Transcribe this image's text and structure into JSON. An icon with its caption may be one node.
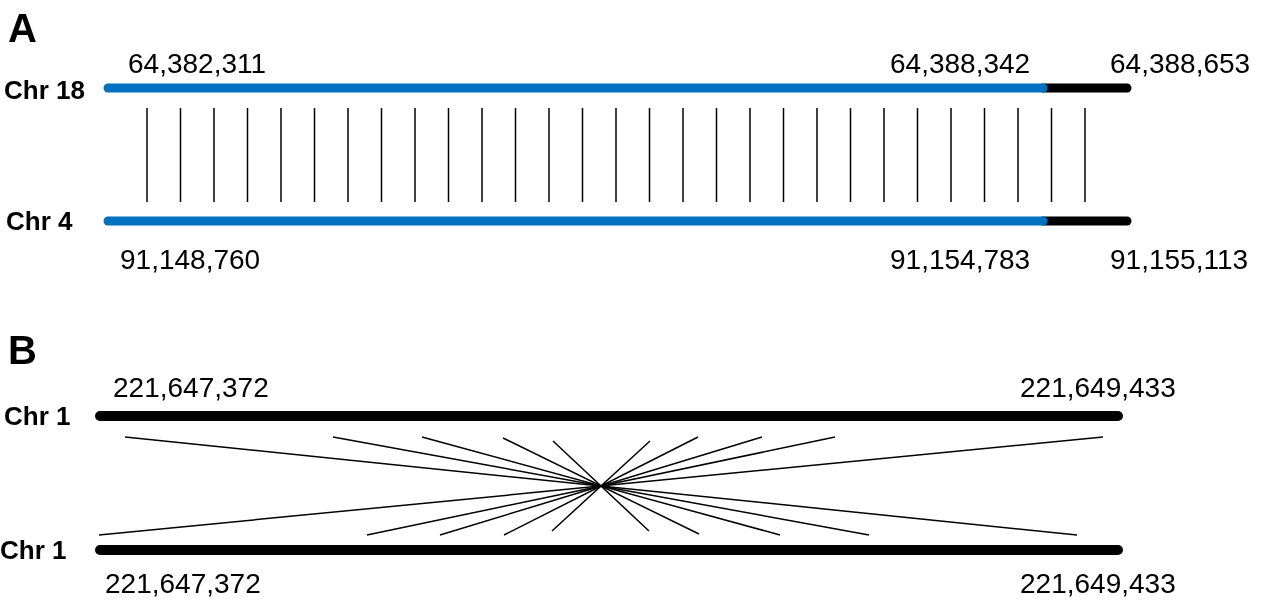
{
  "diagram": {
    "labels": [
      "A",
      "64,382,311",
      "64,388,342",
      "64,388,653",
      "Chr 18",
      "Chr 4",
      "91,148,760",
      "91,154,783",
      "91,155,113",
      "B",
      "221,647,372",
      "221,649,433",
      "Chr 1",
      "Chr 1",
      "221,647,372",
      "221,649,433"
    ]
  }
}
